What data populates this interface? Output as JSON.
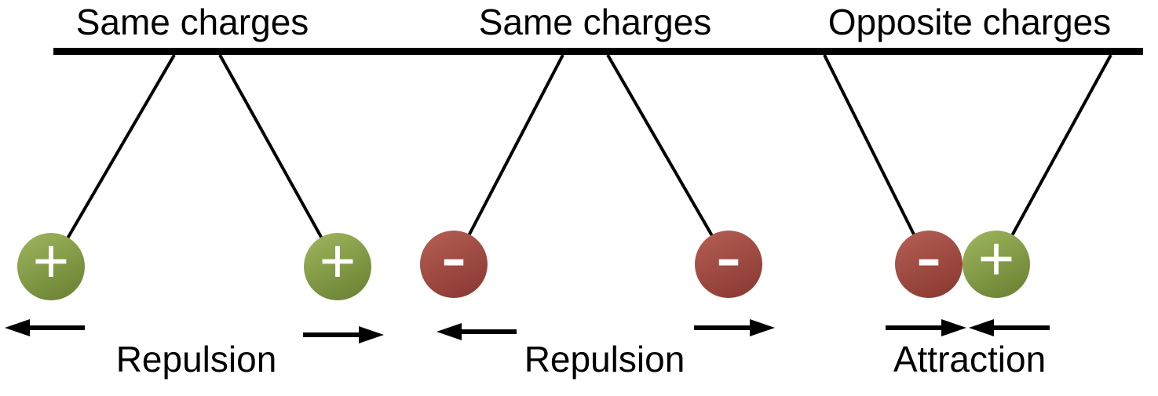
{
  "figure": {
    "background": "#ffffff",
    "colors": {
      "line": "#000000",
      "text": "#000000",
      "positive_light": "#9bb25a",
      "positive_dark": "#6b8334",
      "negative_light": "#b25c52",
      "negative_dark": "#8b3a33",
      "sign": "#ffffff"
    },
    "panels": [
      {
        "title": "Same charges",
        "caption": "Repulsion",
        "left_sign": "+",
        "right_sign": "+"
      },
      {
        "title": "Same charges",
        "caption": "Repulsion",
        "left_sign": "-",
        "right_sign": "-"
      },
      {
        "title": "Opposite charges",
        "caption": "Attraction",
        "left_sign": "-",
        "right_sign": "+"
      }
    ]
  }
}
